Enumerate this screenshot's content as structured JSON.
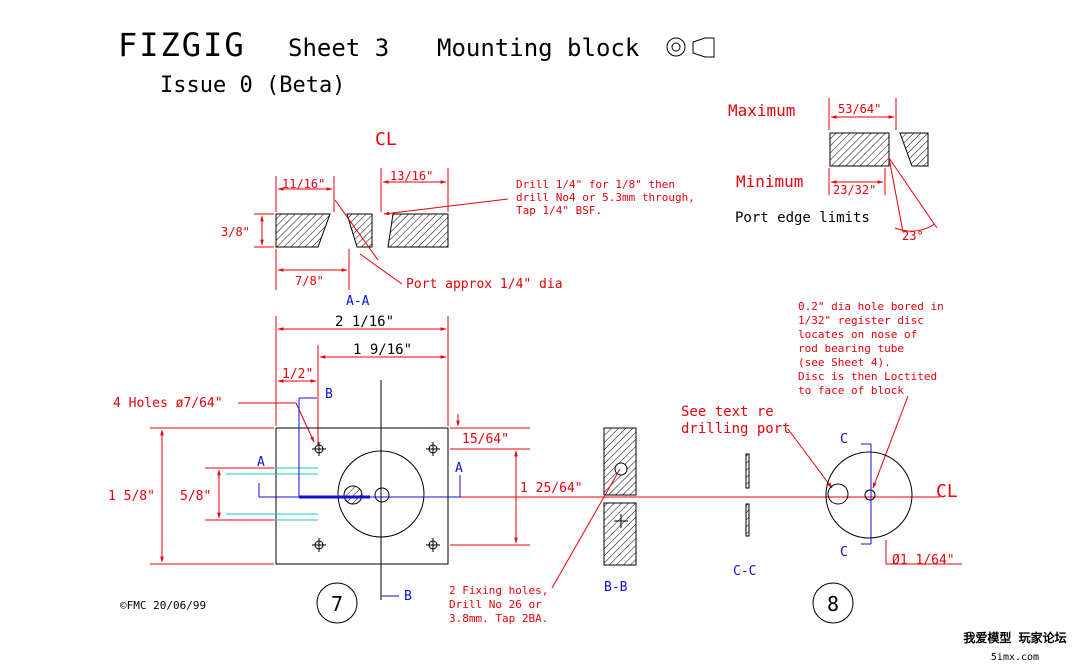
{
  "header": {
    "title": "FIZGIG",
    "sheet": "Sheet 3",
    "subject": "Mounting block",
    "issue": "Issue 0 (Beta)"
  },
  "centerline_symbol": "CL",
  "section_aa": {
    "label": "A-A",
    "dim_left_top": "11/16\"",
    "dim_right_top": "13/16\"",
    "dim_height": "3/8\"",
    "dim_left_bottom": "7/8\"",
    "note_drill": [
      "Drill 1/4\" for 1/8\" then",
      "drill No4 or 5.3mm through,",
      "Tap 1/4\" BSF."
    ],
    "note_port": "Port approx 1/4\" dia"
  },
  "port_edge": {
    "maximum_label": "Maximum",
    "maximum_dim": "53/64\"",
    "minimum_label": "Minimum",
    "minimum_dim": "23/32\"",
    "caption": "Port edge limits",
    "angle": "23°"
  },
  "plan_view": {
    "dim_overall_width": "2 1/16\"",
    "dim_inner_width": "1 9/16\"",
    "dim_half": "1/2\"",
    "holes_note": "4 Holes ø7/64\"",
    "dim_top_offset": "15/64\"",
    "dim_overall_height": "1 5/8\"",
    "dim_inner_height": "5/8\"",
    "dim_hole_span": "1 25/64\"",
    "section_letter_a": "A",
    "section_letter_b": "B",
    "part_number": "7"
  },
  "section_bb": {
    "label": "B-B",
    "note_fixing": [
      "2 Fixing holes,",
      "Drill No 26 or",
      "3.8mm. Tap 2BA."
    ]
  },
  "section_cc": {
    "label": "C-C",
    "note_port": [
      "See text re",
      "drilling port"
    ]
  },
  "disc_view": {
    "note": [
      "0.2\" dia hole bored in",
      "1/32\" register disc",
      "locates on nose of",
      "rod bearing tube",
      "(see Sheet 4).",
      "Disc is then Loctited",
      "to face of block"
    ],
    "section_letter": "C",
    "dim_diameter": "Ø1 1/64\"",
    "part_number": "8"
  },
  "footer": {
    "copyright": "©FMC 20/06/99",
    "watermark_line1": "我爱模型 玩家论坛",
    "watermark_line2": "5imx.com"
  },
  "colors": {
    "dimension": "#e8000a",
    "section": "#1010d8",
    "outline": "#000000",
    "spring": "#14c8c8"
  }
}
